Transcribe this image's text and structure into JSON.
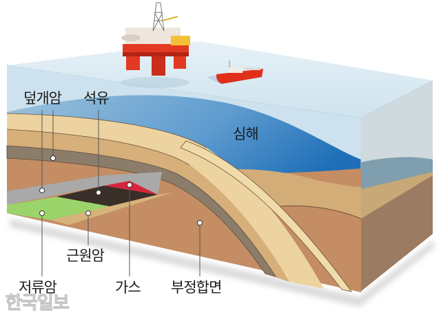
{
  "diagram": {
    "labels": {
      "cap_rock": "덮개암",
      "oil": "석유",
      "deep_sea": "심해",
      "source_rock": "근원암",
      "reservoir_rock": "저류암",
      "gas": "가스",
      "unconformity": "부정합면"
    },
    "watermark": "한국일보",
    "colors": {
      "sea_surface": "#d6e8f1",
      "deep_water": "#3f86c4",
      "oil": "#3a2e28",
      "gas": "#d8253f",
      "reservoir": "#9bd46a",
      "cap_rock": "#a8a8a8",
      "platform": "#e23a22"
    }
  }
}
